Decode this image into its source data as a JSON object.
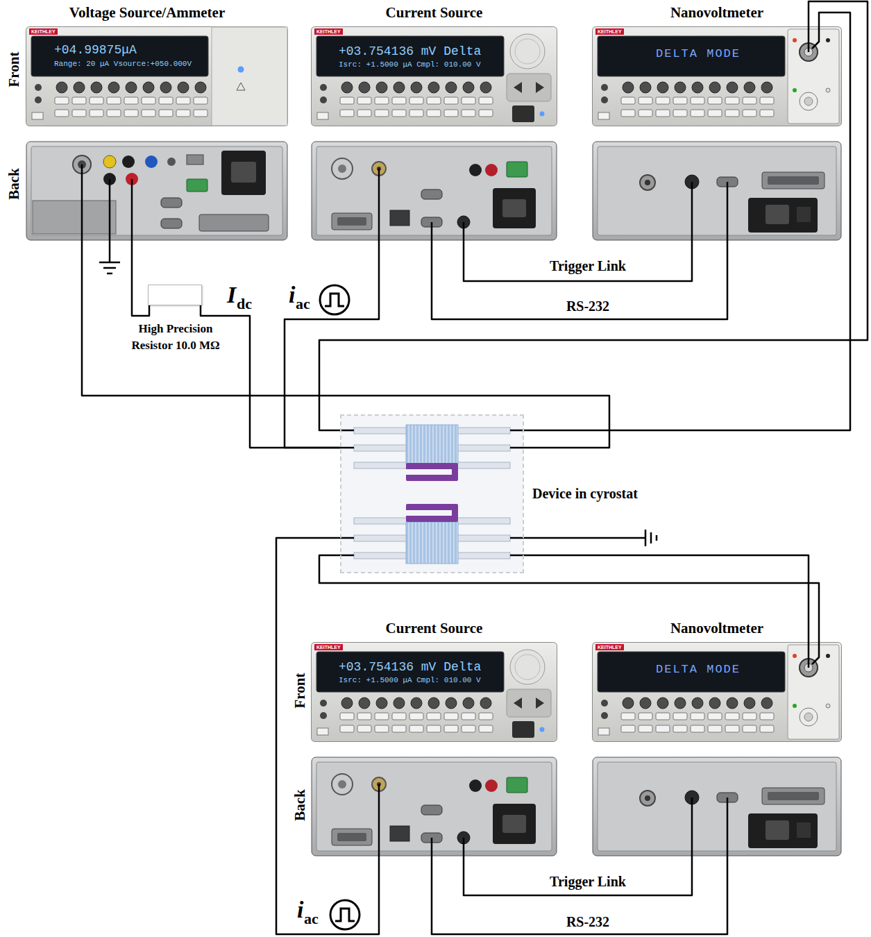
{
  "diagram": {
    "nodes": [
      {
        "text": [
          "Voltage Source/Ammeter",
          "+04.99875μA",
          "Range: 20 μA Vsource:+050.000V",
          "KEITHLEY"
        ]
      },
      {
        "text": [
          "Current Source",
          "+03.754136 mV Delta",
          "Isrc: +1.5000 μA Cmpl: 010.00 V",
          "KEITHLEY"
        ]
      },
      {
        "text": [
          "Nanovoltmeter",
          "DELTA MODE",
          "KEITHLEY"
        ]
      },
      {
        "text": [
          "High Precision Resistor 10.0 MΩ"
        ]
      },
      {
        "text": [
          "Device in cyrostat"
        ]
      },
      {
        "text": [
          "Current Source",
          "+03.754136 mV Delta",
          "Isrc: +1.5000 μA Cmpl: 010.00 V",
          "KEITHLEY"
        ]
      },
      {
        "text": [
          "Nanovoltmeter",
          "DELTA MODE",
          "KEITHLEY"
        ]
      }
    ],
    "edges": [
      {
        "from": 0,
        "to": 3,
        "arrow": "none"
      },
      {
        "from": 3,
        "to": 4,
        "arrow": "none"
      },
      {
        "from": 0,
        "to": 4,
        "arrow": "none"
      },
      {
        "from": 1,
        "to": 4,
        "arrow": "none"
      },
      {
        "from": 2,
        "to": 4,
        "arrow": "none"
      },
      {
        "from": 2,
        "to": 4,
        "arrow": "none"
      },
      {
        "from": 1,
        "to": 2,
        "label": "Trigger Link",
        "arrow": "none"
      },
      {
        "from": 1,
        "to": 2,
        "label": "RS-232",
        "arrow": "none"
      },
      {
        "from": 5,
        "to": 4,
        "arrow": "none"
      },
      {
        "from": 6,
        "to": 4,
        "arrow": "none"
      },
      {
        "from": 6,
        "to": 4,
        "arrow": "none"
      },
      {
        "from": 5,
        "to": 6,
        "label": "Trigger Link",
        "arrow": "none"
      },
      {
        "from": 5,
        "to": 6,
        "label": "RS-232",
        "arrow": "none"
      }
    ],
    "labels": [
      "Front",
      "Back",
      "I",
      "dc",
      "i",
      "ac",
      "Front",
      "Back",
      "i",
      "ac"
    ]
  }
}
